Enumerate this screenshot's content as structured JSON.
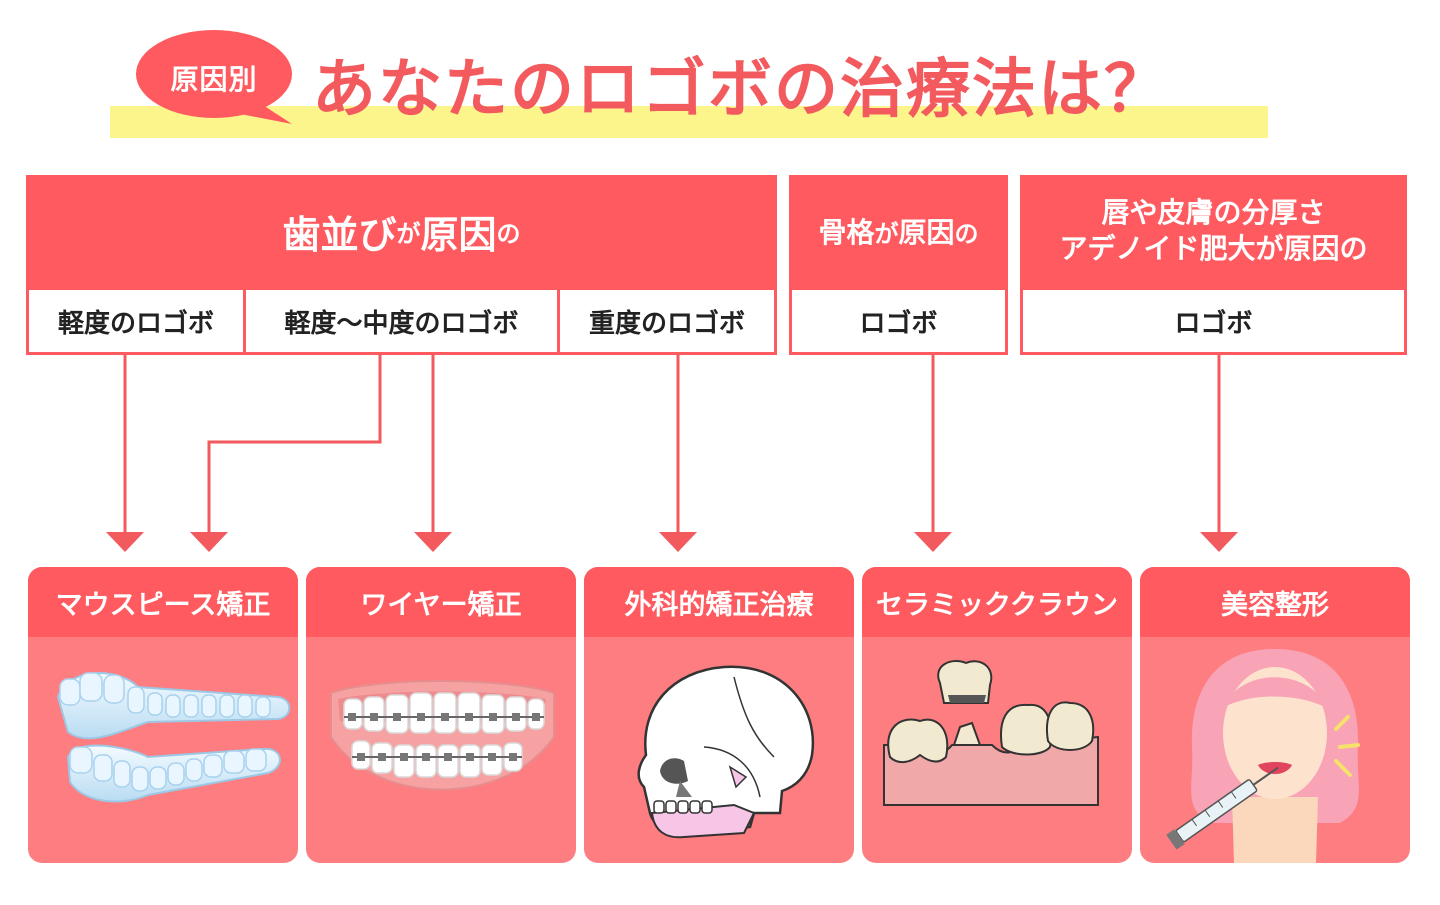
{
  "title": {
    "badge": "原因別",
    "main": "あなたのロゴボの治療法は？"
  },
  "causes": {
    "teeth": {
      "heading_main": "歯並び",
      "heading_particle": "が",
      "heading_tail": "原因",
      "heading_end": "の",
      "levels": [
        "軽度のロゴボ",
        "軽度〜中度のロゴボ",
        "重度のロゴボ"
      ]
    },
    "bone": {
      "heading_main": "骨格",
      "heading_particle": "が",
      "heading_tail": "原因",
      "heading_end": "の",
      "level": "ロゴボ"
    },
    "soft": {
      "heading_line1": "唇や皮膚の分厚さ",
      "heading_line2": "アデノイド肥大が原因の",
      "level": "ロゴボ"
    }
  },
  "treatments": [
    {
      "label": "マウスピース矯正",
      "icon": "mouthpiece-aligner-icon"
    },
    {
      "label": "ワイヤー矯正",
      "icon": "wire-braces-icon"
    },
    {
      "label": "外科的矯正治療",
      "icon": "skull-icon"
    },
    {
      "label": "セラミッククラウン",
      "icon": "ceramic-crown-icon"
    },
    {
      "label": "美容整形",
      "icon": "cosmetic-surgery-icon"
    }
  ],
  "colors": {
    "accent": "#ff5a5f",
    "card_body": "#fd7d80",
    "title_text": "#f25a5e",
    "highlight": "#fcf58c"
  }
}
